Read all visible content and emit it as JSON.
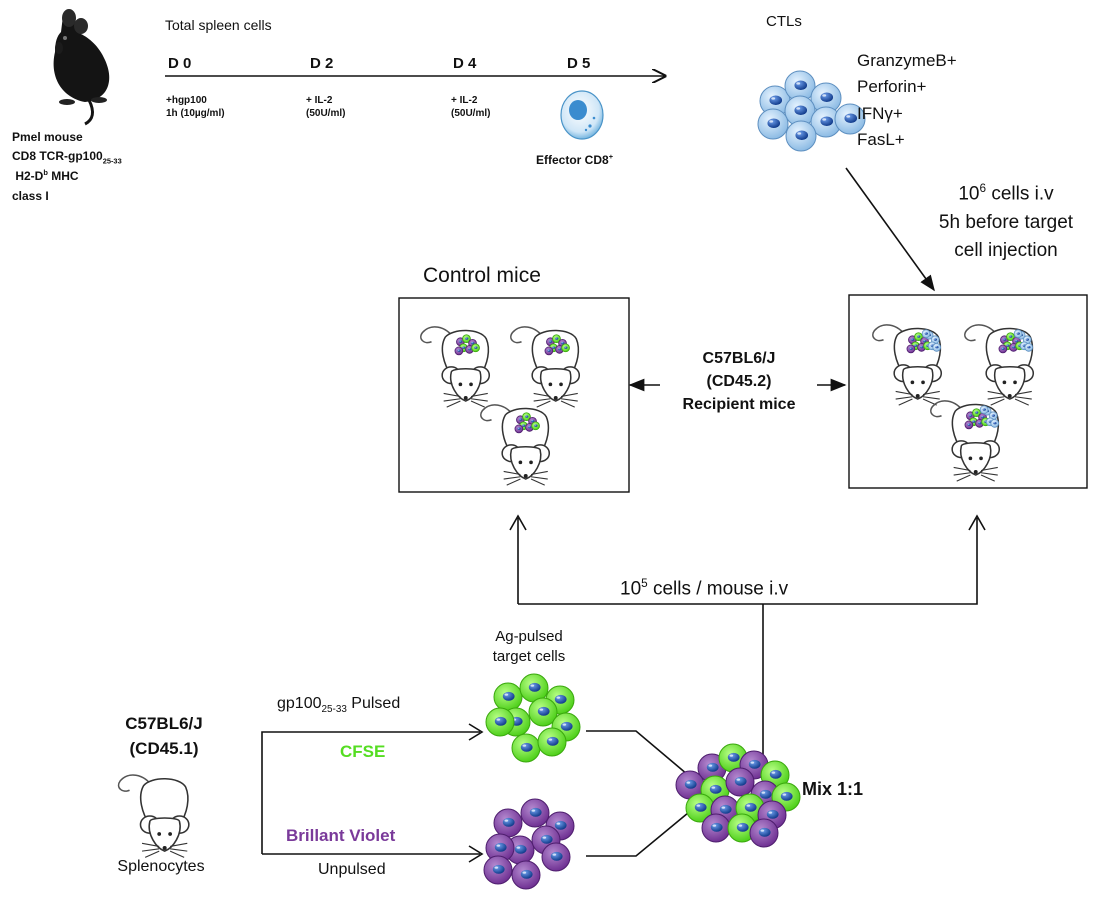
{
  "timeline": {
    "header": "Total spleen cells",
    "days": [
      {
        "label": "D 0",
        "note_line1": "+hgp100",
        "note_line2": "1h (10µg/ml)"
      },
      {
        "label": "D 2",
        "note_line1": "+ IL-2",
        "note_line2": "(50U/ml)"
      },
      {
        "label": "D 4",
        "note_line1": "+ IL-2",
        "note_line2": "(50U/ml)"
      },
      {
        "label": "D 5",
        "note_line1": "",
        "note_line2": ""
      }
    ],
    "effector_label": "Effector  CD8",
    "effector_sup": "+"
  },
  "pmel": {
    "line1": "Pmel mouse",
    "line2_main": "CD8 TCR-gp100",
    "line2_sub": "25-33",
    "line3_main": "H2-D",
    "line3_sup": "b",
    "line3_rest": " MHC",
    "line4": "class I"
  },
  "ctls": {
    "label": "CTLs",
    "markers": [
      "GranzymeB+",
      "Perforin+",
      "IFNγ+",
      "FasL+"
    ]
  },
  "injection_ctl": {
    "line1_base": "10",
    "line1_sup": "6",
    "line1_rest": " cells  i.v",
    "line2": "5h before target",
    "line3": "cell injection"
  },
  "control": {
    "title": "Control mice"
  },
  "recipient": {
    "line1": "C57BL6/J",
    "line2": "(CD45.2)",
    "line3": "Recipient mice"
  },
  "injection_target": {
    "base": "10",
    "sup": "5",
    "rest": " cells / mouse  i.v"
  },
  "targets": {
    "line1": "Ag-pulsed",
    "line2": "target cells"
  },
  "donor": {
    "line1": "C57BL6/J",
    "line2": "(CD45.1)",
    "splenocytes": "Splenocytes"
  },
  "pulsed": {
    "main": "gp100",
    "sub": "25-33",
    "rest": " Pulsed",
    "dye": "CFSE"
  },
  "unpulsed": {
    "dye": "Brillant Violet",
    "label": "Unpulsed"
  },
  "mix": {
    "label": "Mix 1:1"
  },
  "colors": {
    "cfse": "#55dd22",
    "violet": "#7a3a9a",
    "ctl": "#a9cfee",
    "nucleus": "#1e4fa8",
    "line": "#111111"
  }
}
